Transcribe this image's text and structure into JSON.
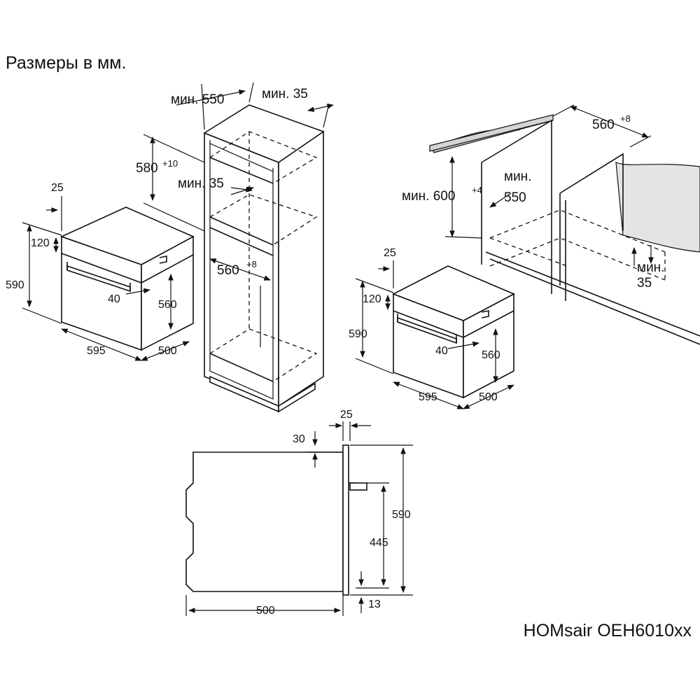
{
  "header": {
    "title": "Размеры в мм."
  },
  "footer": {
    "model": "HOMsair OEH6010xx"
  },
  "diagram": {
    "cabinet_tall": {
      "min_550": "мин. 550",
      "min_35_top": "мин. 35",
      "h_580": "580",
      "h_580_tol": "+10",
      "min_35_mid": "мин. 35",
      "w_560": "560",
      "w_560_tol": "+8"
    },
    "oven_left": {
      "d_25": "25",
      "d_120": "120",
      "d_590": "590",
      "d_40": "40",
      "d_560": "560",
      "d_595": "595",
      "d_500": "500"
    },
    "cabinet_under": {
      "w_560": "560",
      "w_560_tol": "+8",
      "min_600": "мин. 600",
      "min_600_tol": "+4",
      "min_550_a": "мин.",
      "min_550_b": "550",
      "min_35_a": "мин.",
      "min_35_b": "35"
    },
    "oven_right": {
      "d_25": "25",
      "d_120": "120",
      "d_590": "590",
      "d_40": "40",
      "d_560": "560",
      "d_595": "595",
      "d_500": "500"
    },
    "side_view": {
      "d_25": "25",
      "d_30": "30",
      "d_590": "590",
      "d_445": "445",
      "d_500": "500",
      "d_13": "13"
    }
  }
}
